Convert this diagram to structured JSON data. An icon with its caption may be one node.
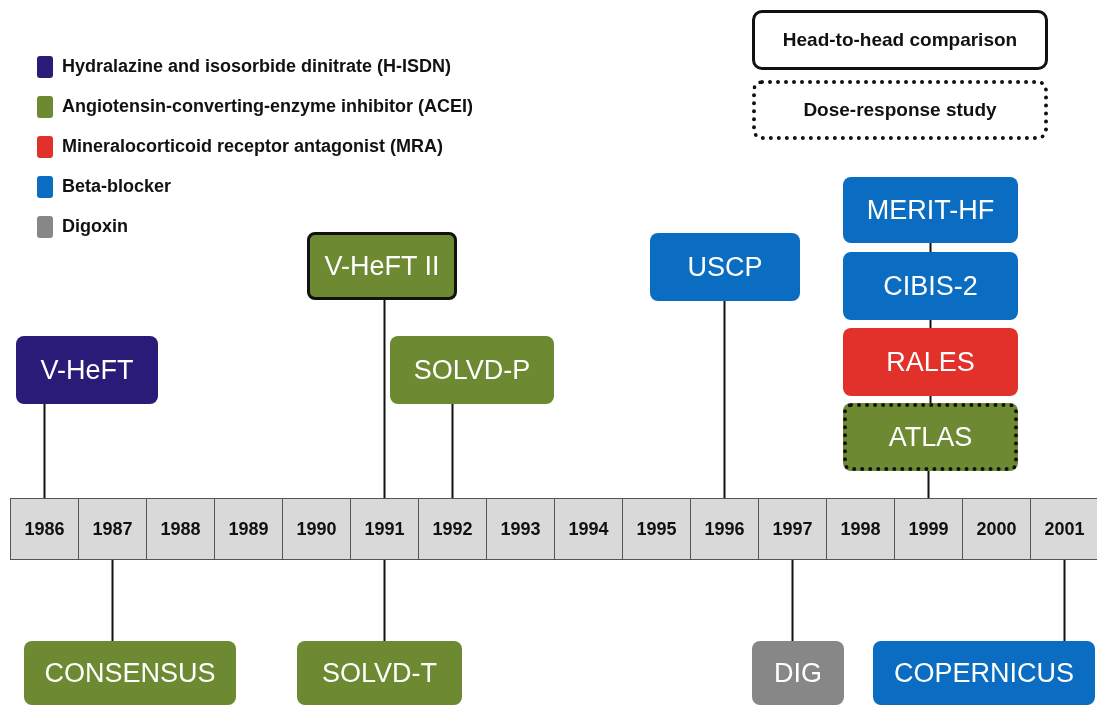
{
  "diagram": {
    "nodes": [
      {
        "text": [
          "V-HeFT"
        ]
      },
      {
        "text": [
          "V-HeFT II"
        ]
      },
      {
        "text": [
          "SOLVD-P"
        ]
      },
      {
        "text": [
          "USCP"
        ]
      },
      {
        "text": [
          "MERIT-HF"
        ]
      },
      {
        "text": [
          "CIBIS-2"
        ]
      },
      {
        "text": [
          "RALES"
        ]
      },
      {
        "text": [
          "ATLAS"
        ]
      },
      {
        "text": [
          "1986"
        ]
      },
      {
        "text": [
          "1987"
        ]
      },
      {
        "text": [
          "1988"
        ]
      },
      {
        "text": [
          "1989"
        ]
      },
      {
        "text": [
          "1990"
        ]
      },
      {
        "text": [
          "1991"
        ]
      },
      {
        "text": [
          "1992"
        ]
      },
      {
        "text": [
          "1993"
        ]
      },
      {
        "text": [
          "1994"
        ]
      },
      {
        "text": [
          "1995"
        ]
      },
      {
        "text": [
          "1996"
        ]
      },
      {
        "text": [
          "1997"
        ]
      },
      {
        "text": [
          "1998"
        ]
      },
      {
        "text": [
          "1999"
        ]
      },
      {
        "text": [
          "2000"
        ]
      },
      {
        "text": [
          "2001"
        ]
      },
      {
        "text": [
          "CONSENSUS"
        ]
      },
      {
        "text": [
          "SOLVD-T"
        ]
      },
      {
        "text": [
          "DIG"
        ]
      },
      {
        "text": [
          "COPERNICUS"
        ]
      }
    ],
    "edges": [
      {
        "from": 0,
        "to": 8,
        "arrow": "none"
      },
      {
        "from": 1,
        "to": 13,
        "arrow": "none"
      },
      {
        "from": 2,
        "to": 14,
        "arrow": "none"
      },
      {
        "from": 3,
        "to": 18,
        "arrow": "none"
      },
      {
        "from": 4,
        "to": 5,
        "arrow": "none"
      },
      {
        "from": 5,
        "to": 6,
        "arrow": "none"
      },
      {
        "from": 6,
        "to": 7,
        "arrow": "none"
      },
      {
        "from": 7,
        "to": 21,
        "arrow": "none"
      },
      {
        "from": 24,
        "to": 9,
        "arrow": "none"
      },
      {
        "from": 25,
        "to": 13,
        "arrow": "none"
      },
      {
        "from": 26,
        "to": 19,
        "arrow": "none"
      },
      {
        "from": 27,
        "to": 23,
        "arrow": "none"
      }
    ],
    "legend": [
      {
        "text": "Hydralazine and isosorbide dinitrate (H-ISDN)",
        "color": "#2b1b78"
      },
      {
        "text": "Angiotensin-converting-enzyme inhibitor (ACEI)",
        "color": "#6d8931"
      },
      {
        "text": "Mineralocorticoid receptor  antagonist (MRA)",
        "color": "#e2312a"
      },
      {
        "text": "Beta-blocker",
        "color": "#0b6dc1"
      },
      {
        "text": "Digoxin",
        "color": "#878787"
      },
      {
        "text": "Head-to-head comparison"
      },
      {
        "text": "Dose-response study"
      }
    ]
  }
}
